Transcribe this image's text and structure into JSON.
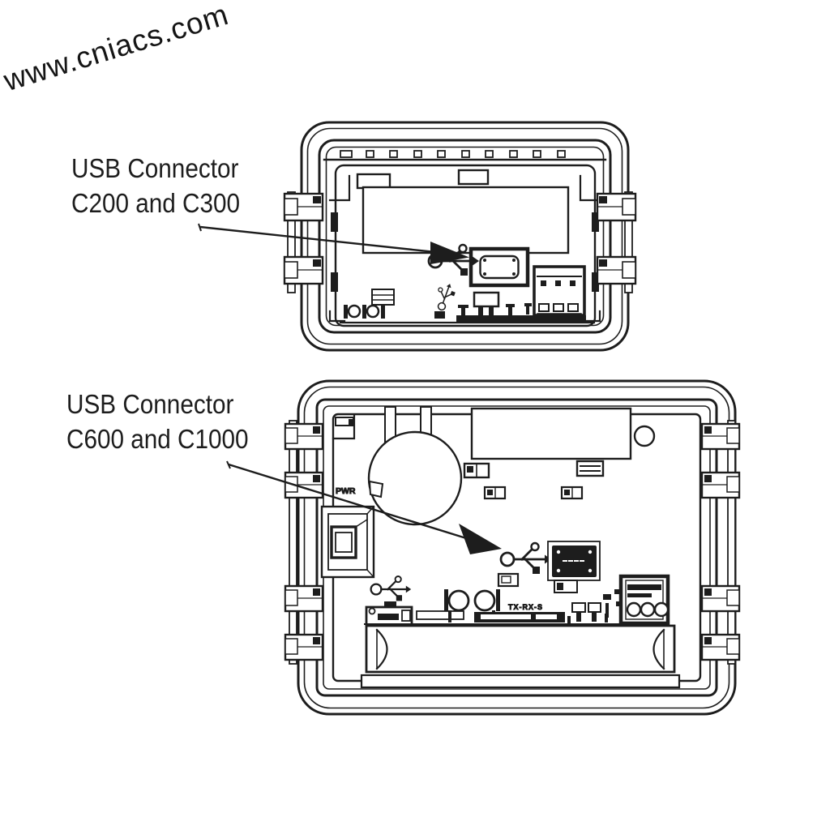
{
  "page": {
    "background": "#ffffff",
    "ink": "#1d1d1d"
  },
  "watermark": {
    "text": "www.cniacs.com"
  },
  "callouts": {
    "c200_c300": {
      "line1": "USB Connector",
      "line2": "C200 and C300"
    },
    "c600_c1000": {
      "line1": "USB Connector",
      "line2": "C600 and C1000"
    }
  },
  "devices": {
    "top": {
      "name": "C200 and C300 controller rear view",
      "icons": [
        "usb-trident-icon",
        "mini-usb-icon",
        "serial-port-icon",
        "usb-port-connector",
        "terminal-block-3pin"
      ]
    },
    "bottom": {
      "name": "C600 and C1000 controller rear view",
      "pcb_text": {
        "power_label": "PWR",
        "serial_label": "TX-RX-S"
      },
      "icons": [
        "usb-trident-icon",
        "mini-usb-icon",
        "usb-port-connector",
        "terminal-block-3pin",
        "battery-compartment",
        "buzzer-circle",
        "power-connector-port"
      ]
    }
  }
}
